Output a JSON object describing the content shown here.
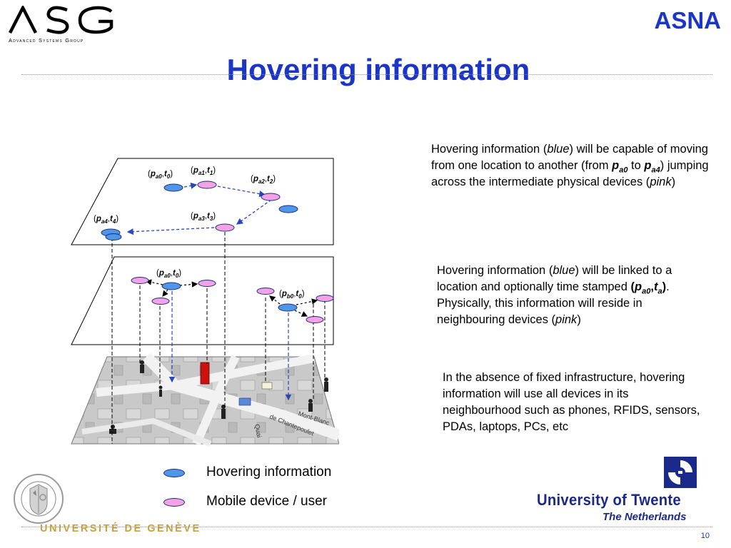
{
  "header": {
    "logo_text": "ASG",
    "logo_subtitle": "Advanced Systems Group",
    "org": "ASNA",
    "title": "Hovering information"
  },
  "diagram": {
    "top_layer_labels": {
      "a0": [
        "p",
        "a0",
        "t",
        "0"
      ],
      "a1": [
        "p",
        "a1",
        "t",
        "1"
      ],
      "a2": [
        "p",
        "a2",
        "t",
        "2"
      ],
      "a3": [
        "p",
        "a3",
        "t",
        "3"
      ],
      "a4": [
        "p",
        "a4",
        "t",
        "4"
      ]
    },
    "middle_layer_labels": {
      "a0": [
        "p",
        "a0",
        "t",
        "0"
      ],
      "b0": [
        "p",
        "b0",
        "t",
        "0"
      ]
    },
    "map_street_labels": [
      "Mont-Blanc",
      "de Chantepoulet",
      "Quai"
    ]
  },
  "paragraph1": {
    "t1": "Hovering information (",
    "blue": "blue",
    "t2": ") will be capable of moving from one location to another (from ",
    "p": "p",
    "sub_a0": "a0",
    "to": " to ",
    "p2": "p",
    "sub_a4": "a4",
    "t3": ") jumping across the intermediate physical devices (",
    "pink": "pink",
    "t4": ")"
  },
  "paragraph2": {
    "t1": "Hovering information (",
    "blue": "blue",
    "t2": ") will be linked to a location and optionally time stamped ",
    "open": "(",
    "p": "p",
    "sub_a0": "a0",
    "comma": ",",
    "t": "t",
    "sub_a": "a",
    "close": ")",
    "t3": ". Physically, this information will reside in neighbouring devices (",
    "pink": "pink",
    "t4": ")"
  },
  "paragraph3": "In the absence of fixed infrastructure, hovering information will use all devices in its neighbourhood such as phones, RFIDS, sensors, PDAs, laptops, PCs, etc",
  "legend": {
    "blue_label": "Hovering information",
    "pink_label": "Mobile device / user",
    "blue_color": "#4f95e8",
    "pink_color": "#f4a2e6"
  },
  "footer": {
    "geneve": "UNIVERSITÉ DE GENÈVE",
    "twente": "University of Twente",
    "twente_sub": "The Netherlands",
    "page_number": "10"
  }
}
